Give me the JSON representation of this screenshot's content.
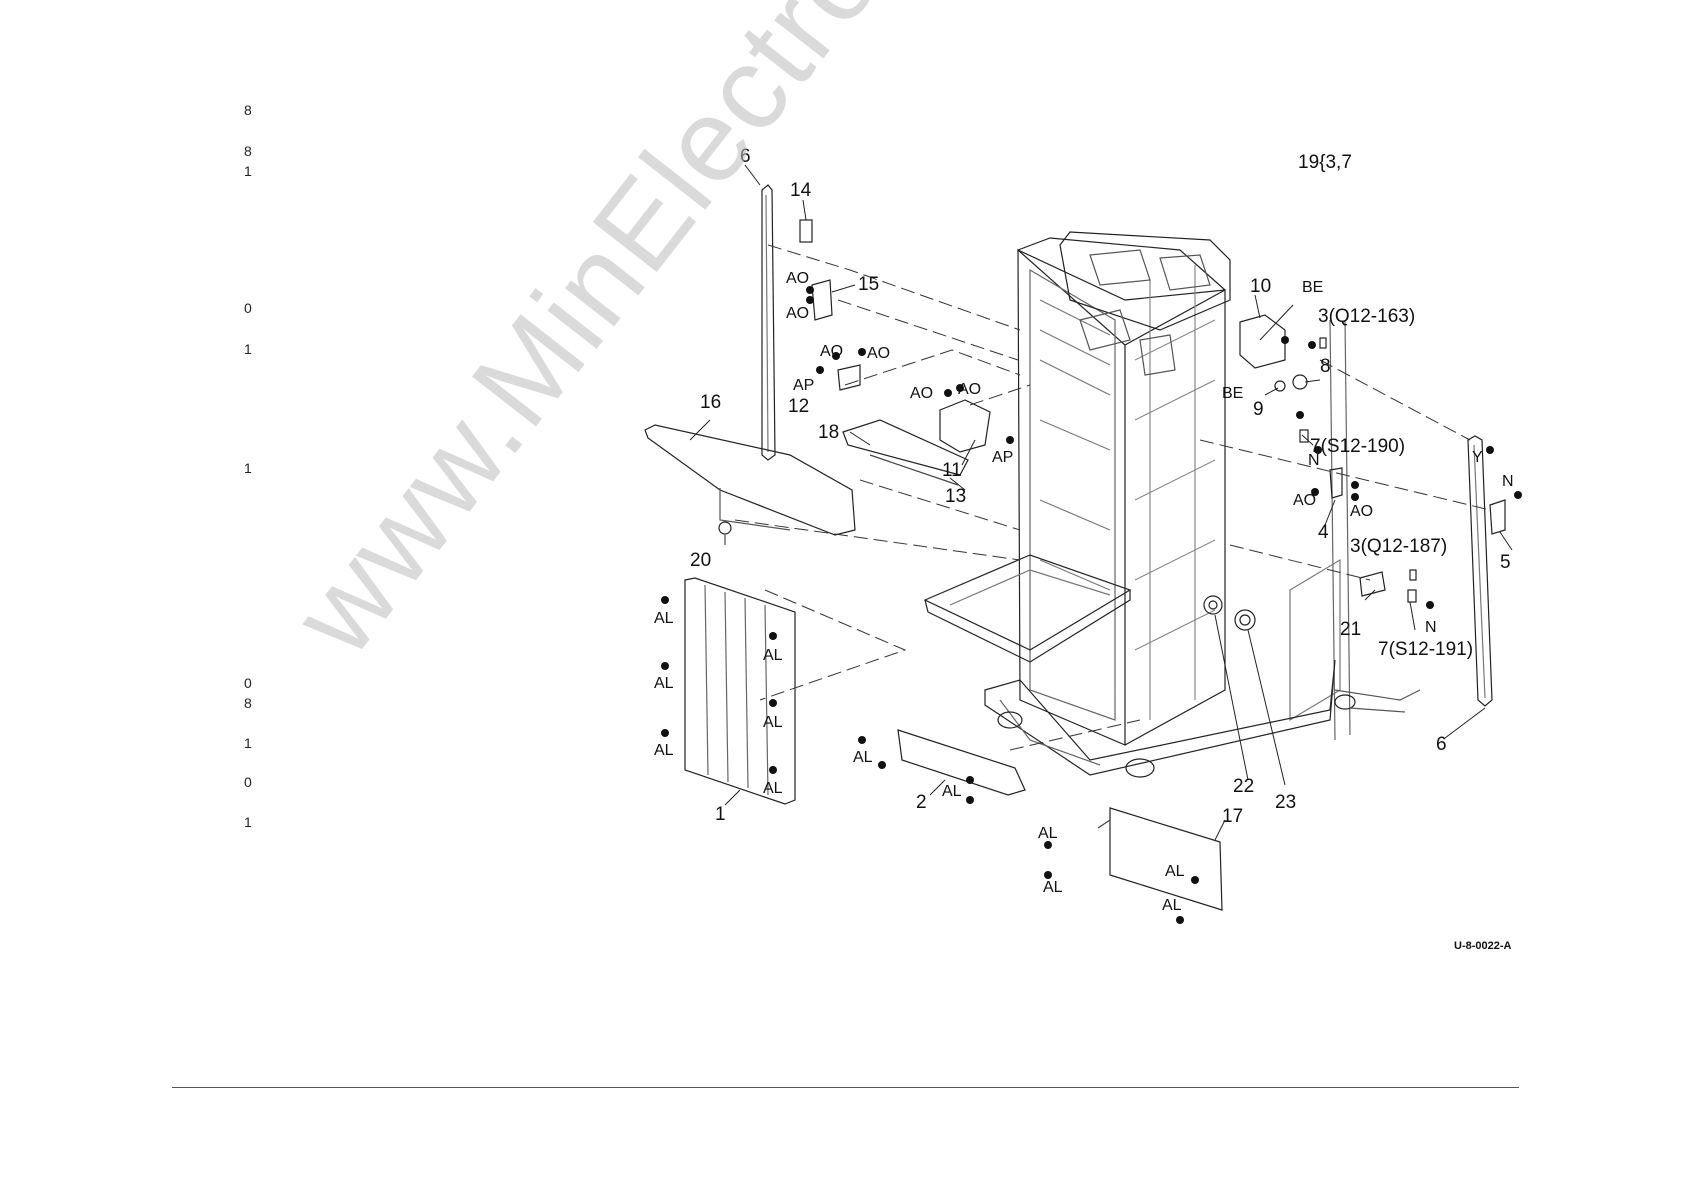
{
  "margin_numbers": [
    "8",
    "8",
    "1",
    "0",
    "1",
    "1",
    "0",
    "8",
    "1",
    "0",
    "1"
  ],
  "section_note": "19{3,7",
  "parts": {
    "p1": "1",
    "p2": "2",
    "p3a": "3(Q12-163)",
    "p3b": "3(Q12-187)",
    "p4": "4",
    "p5": "5",
    "p6a": "6",
    "p6b": "6",
    "p7a": "7(S12-190)",
    "p7b": "7(S12-191)",
    "p8": "8",
    "p9": "9",
    "p10": "10",
    "p11": "11",
    "p12": "12",
    "p13": "13",
    "p14": "14",
    "p15": "15",
    "p16": "16",
    "p17": "17",
    "p18": "18",
    "p20": "20",
    "p21": "21",
    "p22": "22",
    "p23": "23"
  },
  "fasteners": {
    "AO": "AO",
    "AP": "AP",
    "AL": "AL",
    "BE": "BE",
    "N": "N",
    "Y": "Y"
  },
  "doc_id": "U-8-0022-A",
  "watermark": "www.MinElectronics.de"
}
